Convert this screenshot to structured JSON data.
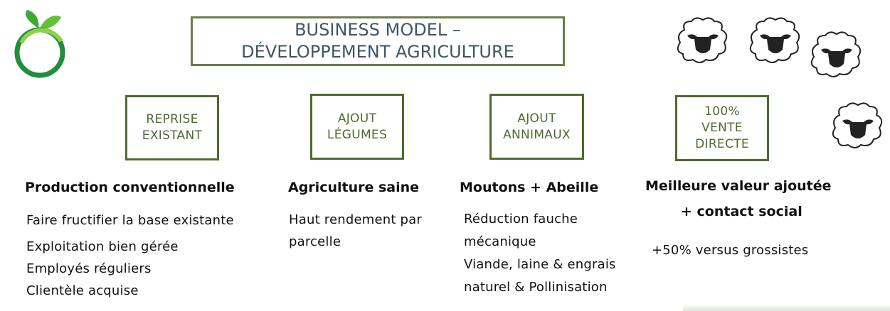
{
  "title": {
    "line1": "BUSINESS MODEL –",
    "line2": "DÉVELOPPEMENT AGRICULTURE"
  },
  "steps": [
    {
      "lines": [
        "REPRISE",
        "EXISTANT"
      ]
    },
    {
      "lines": [
        "AJOUT",
        "LÉGUMES"
      ]
    },
    {
      "lines": [
        "AJOUT",
        "ANNIMAUX"
      ]
    },
    {
      "lines": [
        "100%",
        "VENTE",
        "DIRECTE"
      ]
    }
  ],
  "columns": [
    {
      "heading": [
        "Production conventionnelle"
      ],
      "items": [
        "Faire fructifier la base existante",
        "Exploitation bien gérée",
        "Employés réguliers",
        "Clientèle acquise"
      ]
    },
    {
      "heading": [
        "Agriculture saine"
      ],
      "items": [
        "Haut rendement par",
        "parcelle"
      ]
    },
    {
      "heading": [
        "Moutons + Abeille"
      ],
      "items": [
        "Réduction fauche",
        "mécanique",
        "Viande, laine & engrais",
        "naturel & Pollinisation"
      ]
    },
    {
      "heading": [
        "Meilleure valeur ajoutée",
        "+ contact social"
      ],
      "items": [
        "+50% versus grossistes"
      ]
    }
  ],
  "icons": {
    "logo": "orange-leaf-logo-icon",
    "sheep": "sheep-icon"
  },
  "colors": {
    "step_border": "#4e6b2e",
    "title_text": "#3f5666",
    "logo_green": "#3aa935"
  }
}
